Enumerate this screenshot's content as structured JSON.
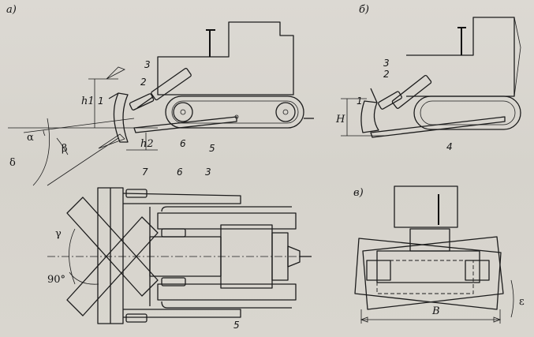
{
  "panels": {
    "a": "а)",
    "b": "б)",
    "v": "в)"
  },
  "side_view_a": {
    "callouts": [
      "1",
      "2",
      "3",
      "5",
      "6"
    ],
    "dimensions": [
      "h1",
      "h2"
    ],
    "angles": [
      "α",
      "β",
      "δ"
    ]
  },
  "side_view_b": {
    "callouts": [
      "1",
      "2",
      "3",
      "4"
    ],
    "dimensions": [
      "H"
    ]
  },
  "plan_view": {
    "callouts": [
      "7",
      "6",
      "3",
      "5"
    ],
    "angles": [
      "γ",
      "90°"
    ]
  },
  "front_view": {
    "dimensions": [
      "B"
    ],
    "angles": [
      "ε"
    ]
  }
}
